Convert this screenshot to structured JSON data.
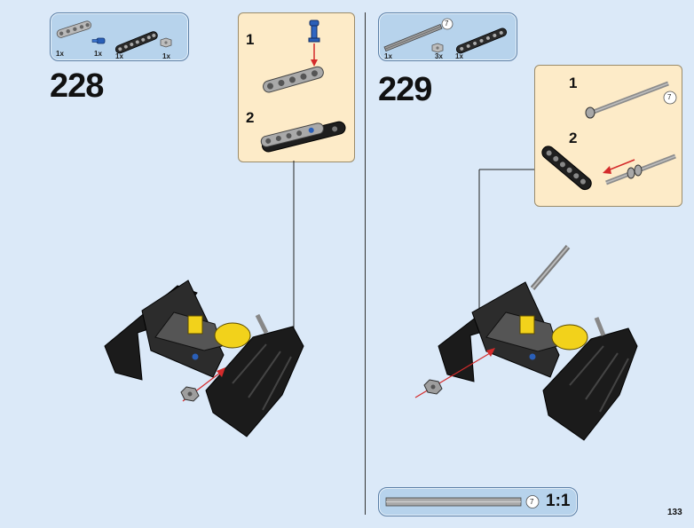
{
  "steps": [
    {
      "number": "228",
      "parts": [
        {
          "qty": "1x",
          "icon": "gray-liftarm-5"
        },
        {
          "qty": "1x",
          "icon": "blue-axle-pin"
        },
        {
          "qty": "1x",
          "icon": "black-liftarm-7"
        },
        {
          "qty": "1x",
          "icon": "gray-bush"
        }
      ],
      "substeps": [
        "1",
        "2"
      ]
    },
    {
      "number": "229",
      "parts": [
        {
          "qty": "1x",
          "icon": "gray-axle-7"
        },
        {
          "qty": "3x",
          "icon": "gray-bush"
        },
        {
          "qty": "1x",
          "icon": "black-liftarm-7"
        }
      ],
      "axle_callout": "7",
      "sub_axle_callout": "7",
      "substeps": [
        "1",
        "2"
      ]
    }
  ],
  "footer": {
    "axle_callout": "7",
    "scale": "1:1",
    "page_number": "133"
  },
  "colors": {
    "page_bg": "#dbe9f8",
    "parts_box_bg": "#b7d3ec",
    "sub_box_bg": "#fdebc8",
    "arrow_red": "#d42b2b",
    "model_black": "#1b1b1b",
    "model_yellow": "#f2d21b"
  }
}
